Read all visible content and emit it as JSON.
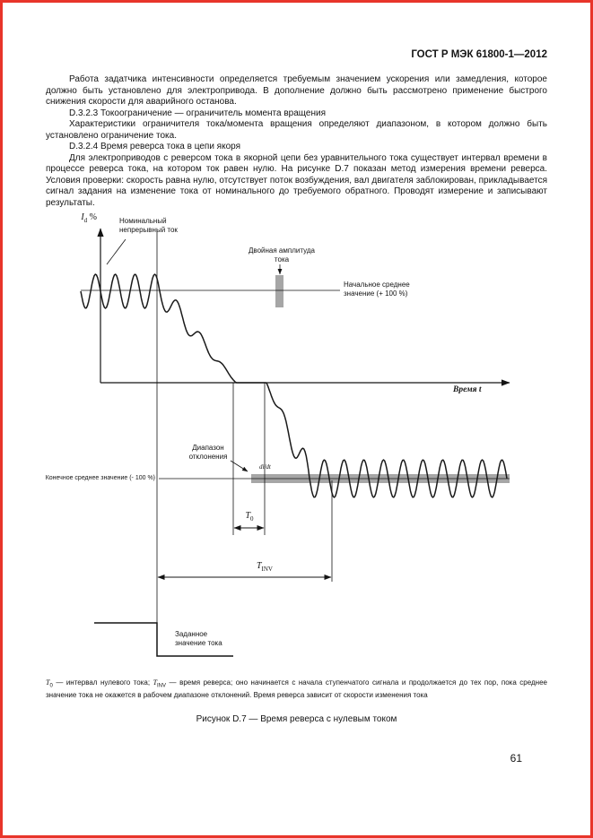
{
  "doc": {
    "header": "ГОСТ Р МЭК 61800-1—2012",
    "page_number": "61",
    "caption": "Рисунок D.7 — Время реверса с нулевым током"
  },
  "paragraphs": {
    "p1": "Работа задатчика интенсивности определяется требуемым значением ускорения или замедления, которое должно быть установлено для электропривода. В дополнение должно быть рассмотрено применение быстрого снижения скорости для аварийного останова.",
    "h323": "D.3.2.3 Токоограничение — ограничитель момента вращения",
    "p2": "Характеристики ограничителя тока/момента вращения определяют диапазоном, в котором должно быть установлено ограничение тока.",
    "h324": "D.3.2.4 Время реверса тока в цепи якоря",
    "p3": "Для электроприводов с реверсом тока в якорной цепи без уравнительного тока существует интервал времени в процессе реверса тока, на котором ток равен нулю. На рисунке D.7 показан метод измерения времени реверса. Условия проверки: скорость равна нулю, отсутствует поток возбуждения, вал двигателя заблокирован, прикладывается сигнал задания на изменение тока от номинального до требуемого обратного. Проводят измерение и записывают результаты."
  },
  "figure": {
    "y_axis": {
      "sym": "I",
      "sub": "d",
      "unit": "%"
    },
    "labels": {
      "nominal": "Номинальный непрерывный ток",
      "double_amplitude": "Двойная амплитуда тока",
      "initial_mean": "Начальное среднее значение (+ 100 %)",
      "time_axis": "Время t",
      "deviation": "Диапазон отклонения",
      "final_mean": "Конечное среднее значение (- 100 %)",
      "didt": "di/dt",
      "setpoint": "Заданное значение тока"
    },
    "t0": {
      "sym": "T",
      "sub": "0"
    },
    "tinv": {
      "sym": "T",
      "sub": "INV"
    }
  },
  "footnote": {
    "s1": {
      "sym": "T",
      "sub": "0",
      "text": " — интервал нулевого тока; "
    },
    "s2": {
      "sym": "T",
      "sub": "INV",
      "text": " — время реверса; оно начинается с начала ступенчатого сигнала и продолжается до тех пор, пока среднее значение тока не окажется в рабочем диапазоне отклонений. Время реверса зависит от скорости изменения тока"
    }
  },
  "chart_data": {
    "type": "line",
    "title": "Время реверса с нулевым током",
    "xlabel": "Время t",
    "ylabel": "Id %",
    "levels_pct": {
      "initial_mean": 100,
      "zero_interval": 0,
      "final_mean": -100
    }
  }
}
